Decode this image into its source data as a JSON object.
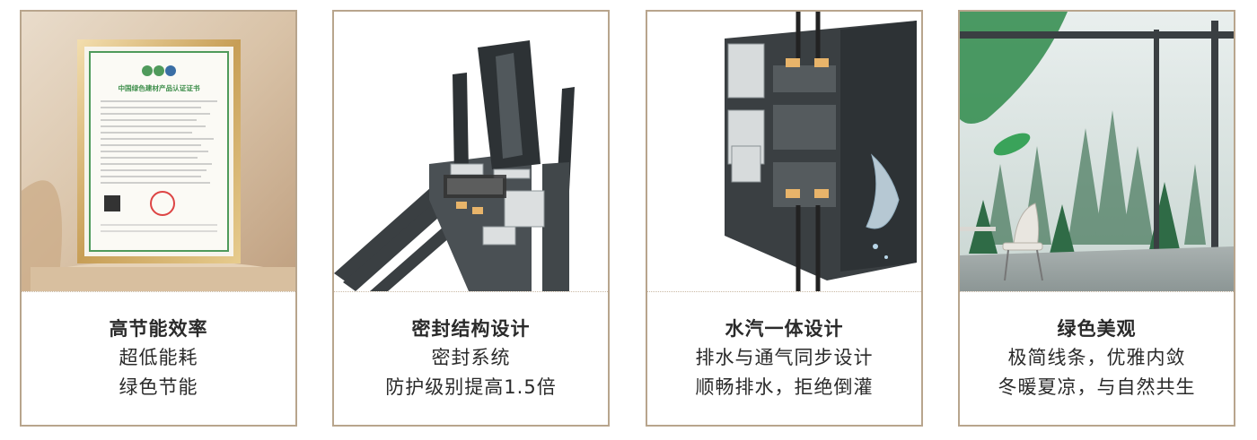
{
  "cards": [
    {
      "title": "高节能效率",
      "lines": [
        "超低能耗",
        "绿色节能"
      ],
      "image": "certificate-frame",
      "certificate": {
        "heading": "中国绿色建材产品认证证书"
      }
    },
    {
      "title": "密封结构设计",
      "lines": [
        "密封系统",
        "防护级别提高1.5倍"
      ],
      "image": "profile-section-corner"
    },
    {
      "title": "水汽一体设计",
      "lines": [
        "排水与通气同步设计",
        "顺畅排水，拒绝倒灌"
      ],
      "image": "profile-section-drainage"
    },
    {
      "title": "绿色美观",
      "lines": [
        "极简线条，优雅内敛",
        "冬暖夏凉，与自然共生"
      ],
      "image": "window-forest-view"
    }
  ],
  "colors": {
    "border": "#b8a58d",
    "text": "#2a2a2a",
    "profile": "#3a3f42",
    "forest": "#2f6b46"
  }
}
